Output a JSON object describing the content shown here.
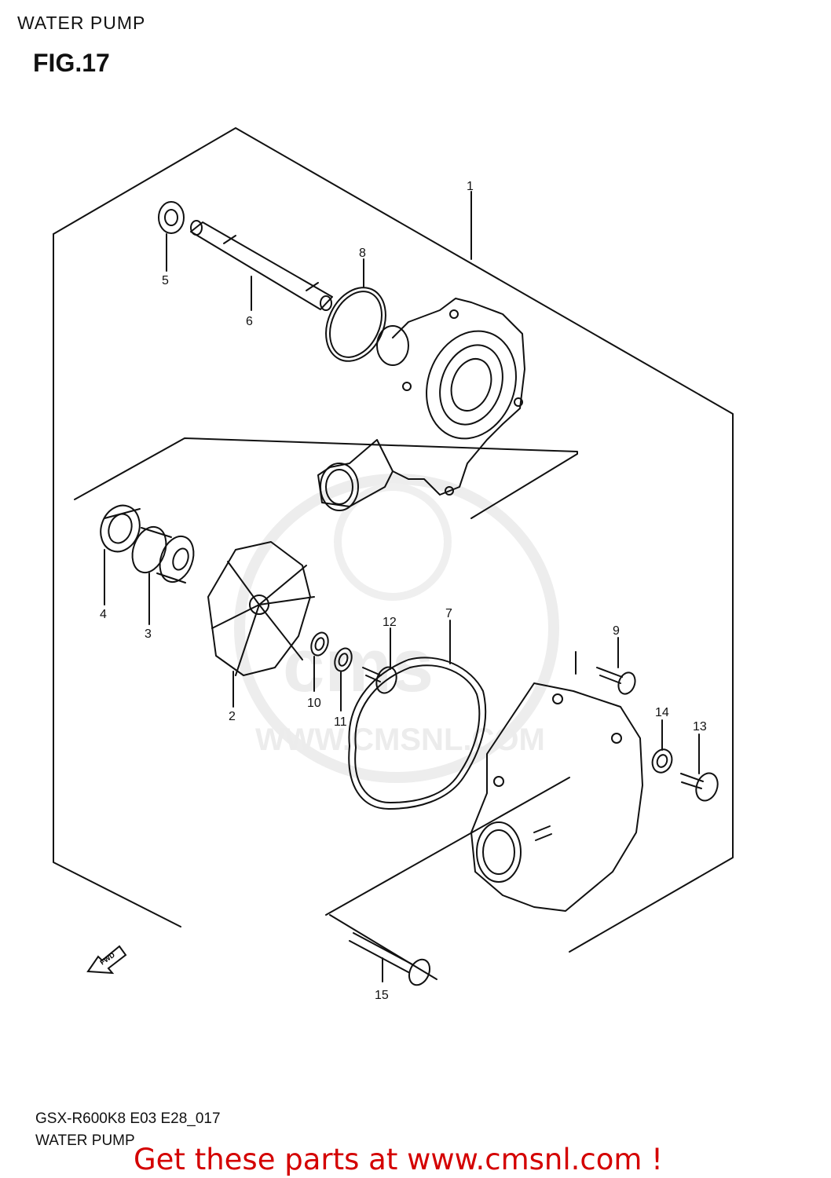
{
  "header": {
    "title": "WATER PUMP",
    "figure": "FIG.17"
  },
  "diagram": {
    "watermark": {
      "logo": "cms",
      "url": "WWW.CMSNL.COM"
    },
    "fwd_marker": "FWD",
    "parts": [
      {
        "id": "part-1",
        "label": "1"
      },
      {
        "id": "part-2",
        "label": "2"
      },
      {
        "id": "part-3",
        "label": "3"
      },
      {
        "id": "part-4",
        "label": "4"
      },
      {
        "id": "part-5",
        "label": "5"
      },
      {
        "id": "part-6",
        "label": "6"
      },
      {
        "id": "part-7",
        "label": "7"
      },
      {
        "id": "part-8",
        "label": "8"
      },
      {
        "id": "part-9",
        "label": "9"
      },
      {
        "id": "part-10",
        "label": "10"
      },
      {
        "id": "part-11",
        "label": "11"
      },
      {
        "id": "part-12",
        "label": "12"
      },
      {
        "id": "part-13",
        "label": "13"
      },
      {
        "id": "part-14",
        "label": "14"
      },
      {
        "id": "part-15",
        "label": "15"
      }
    ]
  },
  "footer": {
    "model_code": "GSX-R600K8 E03 E28_017",
    "section": "WATER PUMP",
    "cta": "Get these parts at www.cmsnl.com !"
  },
  "colors": {
    "line": "#111111",
    "cta": "#d40000",
    "watermark": "#ececec"
  }
}
